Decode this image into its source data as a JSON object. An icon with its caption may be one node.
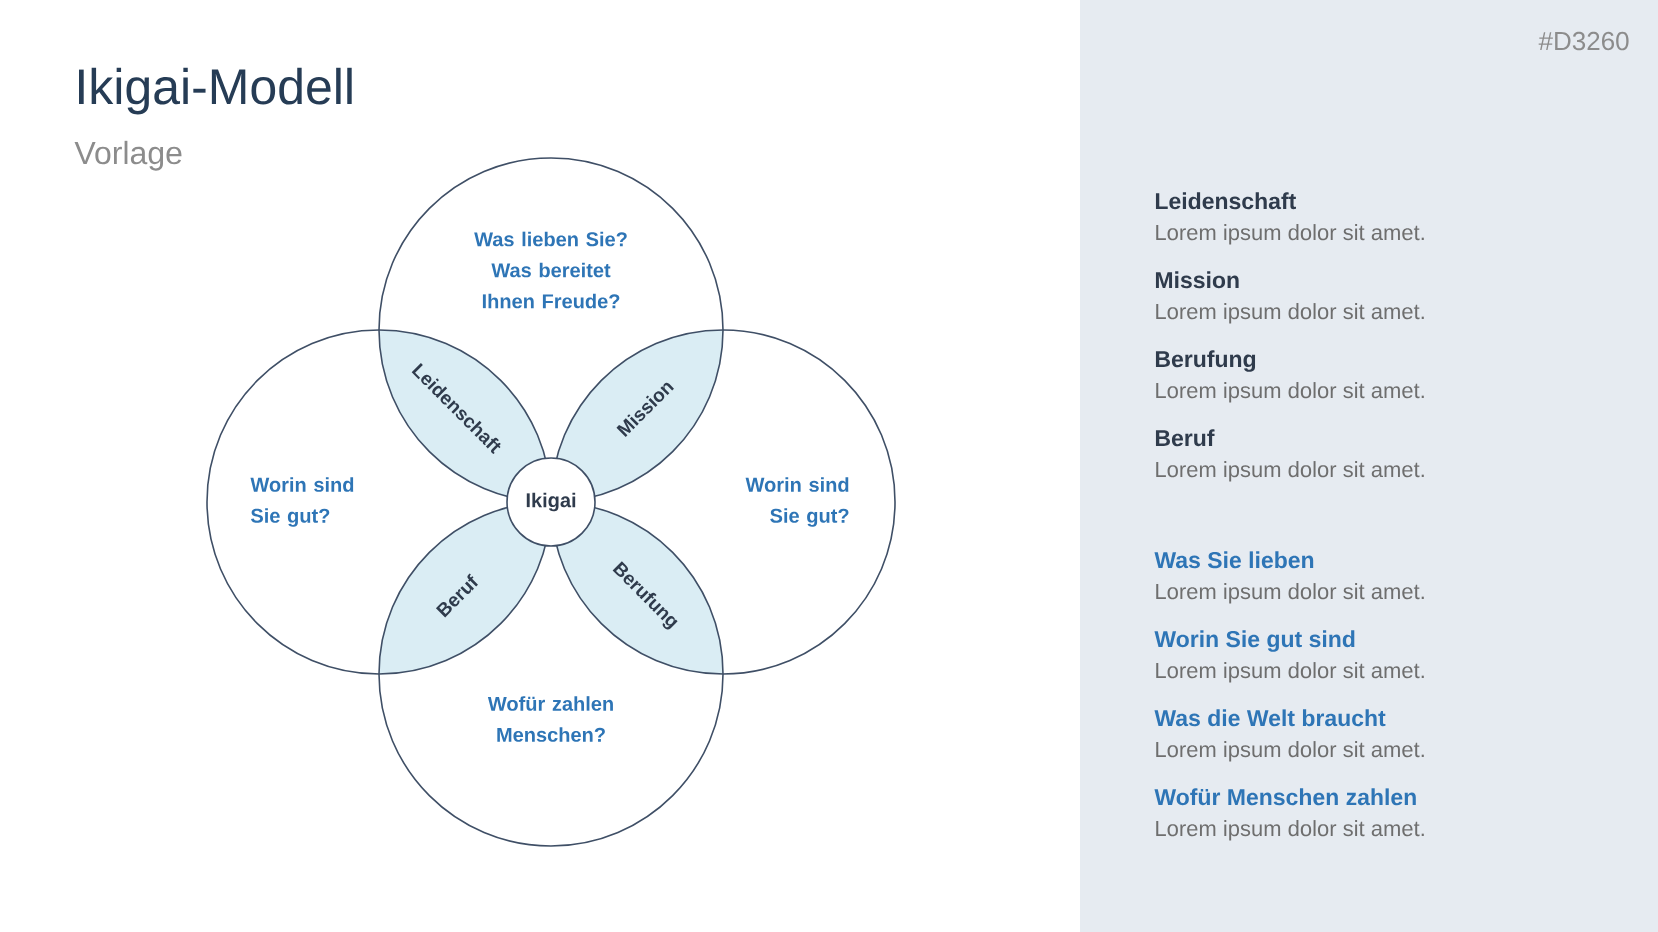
{
  "diagram": {
    "title": "Ikigai-Modell",
    "nodes": [
      {
        "text": [
          "Was lieben Sie? Was bereitet Ihnen Freude?"
        ]
      },
      {
        "text": [
          "Worin sind Sie gut?"
        ]
      },
      {
        "text": [
          "Worin sind Sie gut?"
        ]
      },
      {
        "text": [
          "Wofür zahlen Menschen?"
        ]
      },
      {
        "text": [
          "Leidenschaft"
        ]
      },
      {
        "text": [
          "Mission"
        ]
      },
      {
        "text": [
          "Beruf"
        ]
      },
      {
        "text": [
          "Berufung"
        ]
      },
      {
        "text": [
          "Ikigai"
        ]
      }
    ],
    "labels": [
      "#D3260",
      "Vorlage",
      "Leidenschaft",
      "Lorem ipsum dolor sit amet.",
      "Mission",
      "Lorem ipsum dolor sit amet.",
      "Berufung",
      "Lorem ipsum dolor sit amet.",
      "Beruf",
      "Lorem ipsum dolor sit amet.",
      "Was Sie lieben",
      "Lorem ipsum dolor sit amet.",
      "Worin Sie gut sind",
      "Lorem ipsum dolor sit amet.",
      "Was die Welt braucht",
      "Lorem ipsum dolor sit amet.",
      "Wofür Menschen zahlen",
      "Lorem ipsum dolor sit amet."
    ]
  }
}
